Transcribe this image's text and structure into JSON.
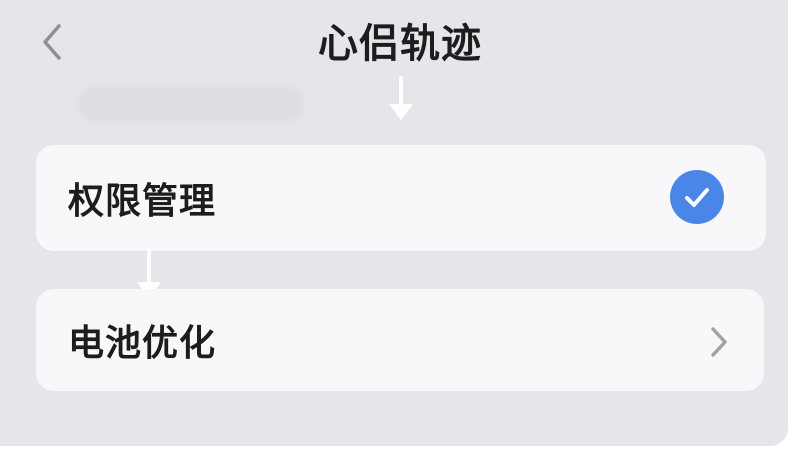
{
  "header": {
    "title": "心侣轨迹",
    "back_icon": "chevron-left-icon"
  },
  "items": [
    {
      "label": "权限管理",
      "state_icon": "checkmark-circle-icon",
      "checked": true,
      "accent_color": "#4a86e8"
    },
    {
      "label": "电池优化",
      "state_icon": "chevron-right-icon"
    }
  ],
  "colors": {
    "background": "#e6e6ea",
    "card": "#f8f8fa",
    "text": "#1d1d1f",
    "arrow": "#ffffff"
  }
}
